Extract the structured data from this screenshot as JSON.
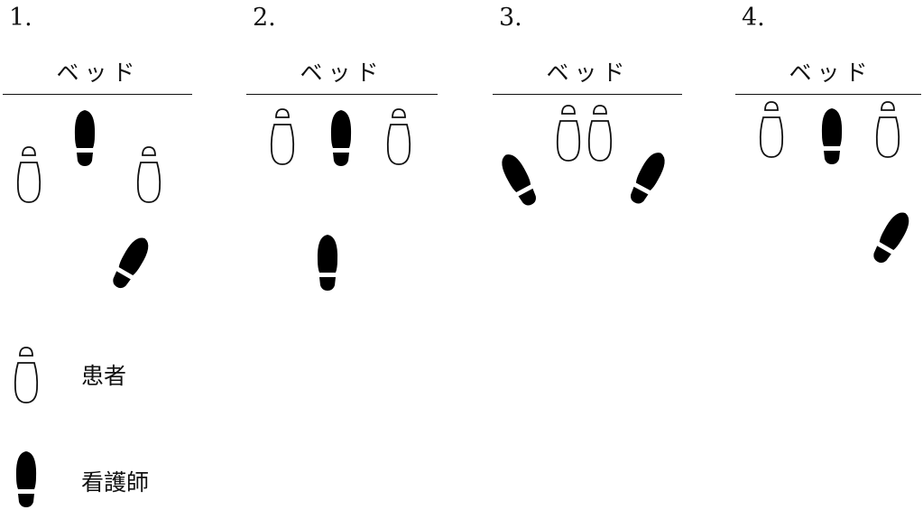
{
  "panels": [
    {
      "number": "1.",
      "bed_label": "ベッド"
    },
    {
      "number": "2.",
      "bed_label": "ベッド"
    },
    {
      "number": "3.",
      "bed_label": "ベッド"
    },
    {
      "number": "4.",
      "bed_label": "ベッド"
    }
  ],
  "legend": [
    {
      "label": "患者",
      "icon": "outline-footprint-icon"
    },
    {
      "label": "看護師",
      "icon": "filled-footprint-icon"
    }
  ],
  "colors": {
    "patient_fill": "#ffffff",
    "nurse_fill": "#000000",
    "stroke": "#111111"
  }
}
